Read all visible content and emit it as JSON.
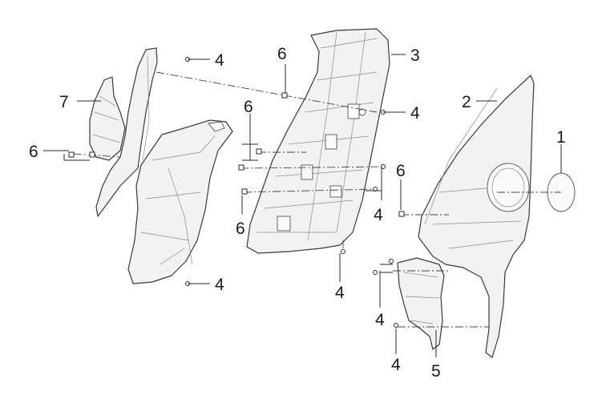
{
  "callouts": {
    "c1": "1",
    "c2": "2",
    "c3": "3",
    "c4_top": "4",
    "c4_right_top": "4",
    "c4_mid": "4",
    "c4_bottom_left": "4",
    "c4_center_bottom": "4",
    "c4_lower_right_a": "4",
    "c4_lower_right_b": "4",
    "c5": "5",
    "c6_left": "6",
    "c6_top_mid": "6",
    "c6_mid": "6",
    "c6_bottom_mid": "6",
    "c6_right": "6",
    "c7": "7"
  },
  "colors": {
    "line": "#3a3a3a",
    "fill": "#f2f2f2",
    "background": "#ffffff"
  }
}
